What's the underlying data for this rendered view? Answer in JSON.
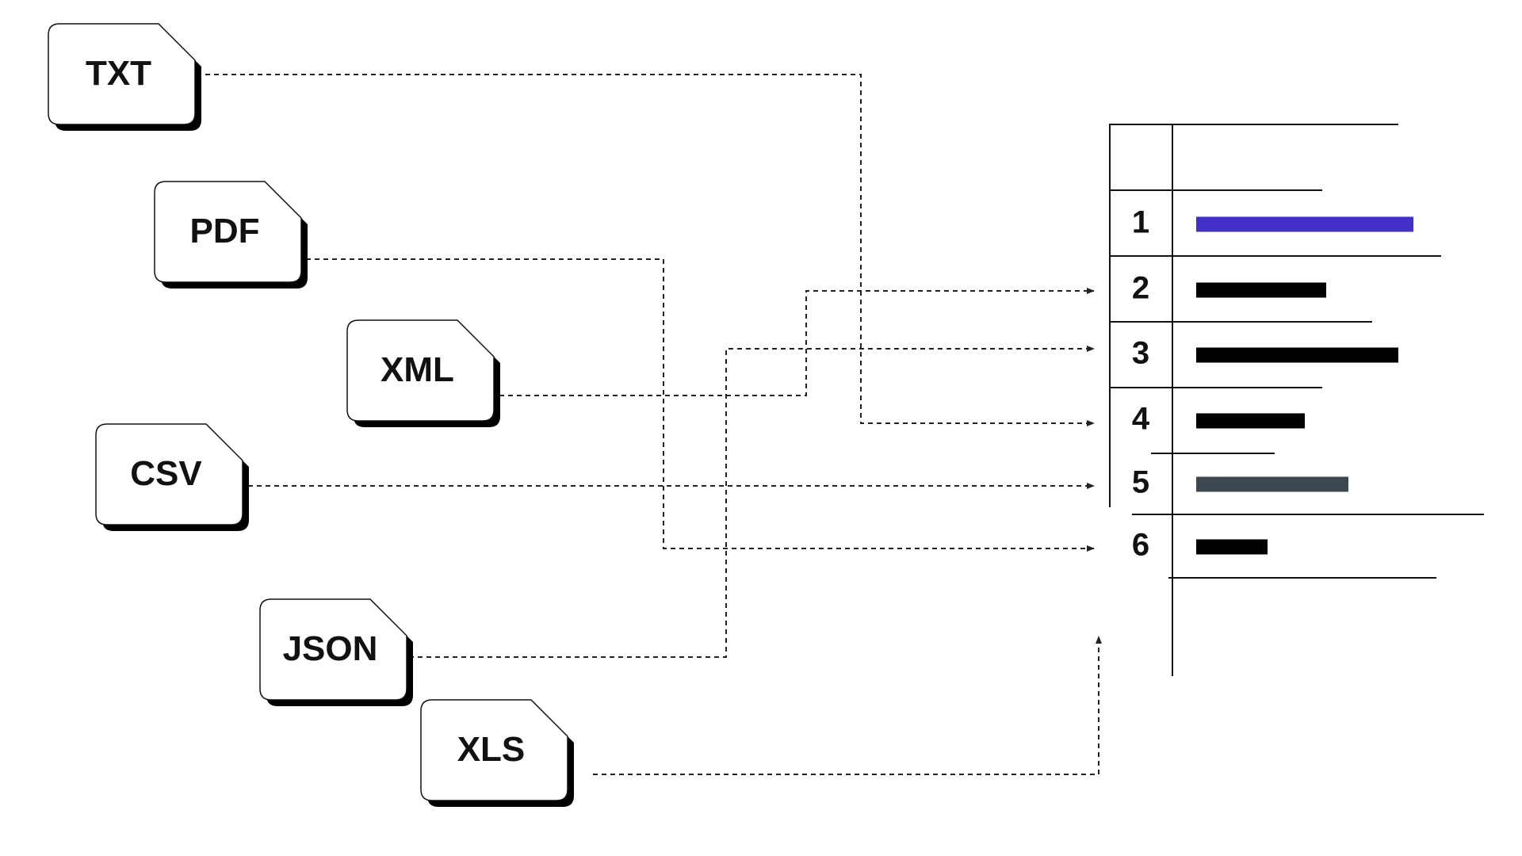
{
  "files": [
    {
      "id": "txt",
      "label": "TXT"
    },
    {
      "id": "pdf",
      "label": "PDF"
    },
    {
      "id": "xml",
      "label": "XML"
    },
    {
      "id": "csv",
      "label": "CSV"
    },
    {
      "id": "json",
      "label": "JSON"
    },
    {
      "id": "xls",
      "label": "XLS"
    }
  ],
  "table": {
    "rows": [
      {
        "num": "1",
        "bar_level": 1.0,
        "bar_color": "#4330c8"
      },
      {
        "num": "2",
        "bar_level": 0.6,
        "bar_color": "#000000"
      },
      {
        "num": "3",
        "bar_level": 0.93,
        "bar_color": "#000000"
      },
      {
        "num": "4",
        "bar_level": 0.5,
        "bar_color": "#000000"
      },
      {
        "num": "5",
        "bar_level": 0.7,
        "bar_color": "#3d4750"
      },
      {
        "num": "6",
        "bar_level": 0.33,
        "bar_color": "#000000"
      }
    ]
  },
  "connections": [
    {
      "from": "TXT",
      "to": "4"
    },
    {
      "from": "PDF",
      "to": "6"
    },
    {
      "from": "XML",
      "to": "2"
    },
    {
      "from": "CSV",
      "to": "5"
    },
    {
      "from": "JSON",
      "to": "3"
    },
    {
      "from": "XLS",
      "to": "table"
    }
  ],
  "colors": {
    "accent": "#4330c8",
    "ink": "#000000",
    "slate": "#3d4750",
    "card": "#ffffff"
  }
}
